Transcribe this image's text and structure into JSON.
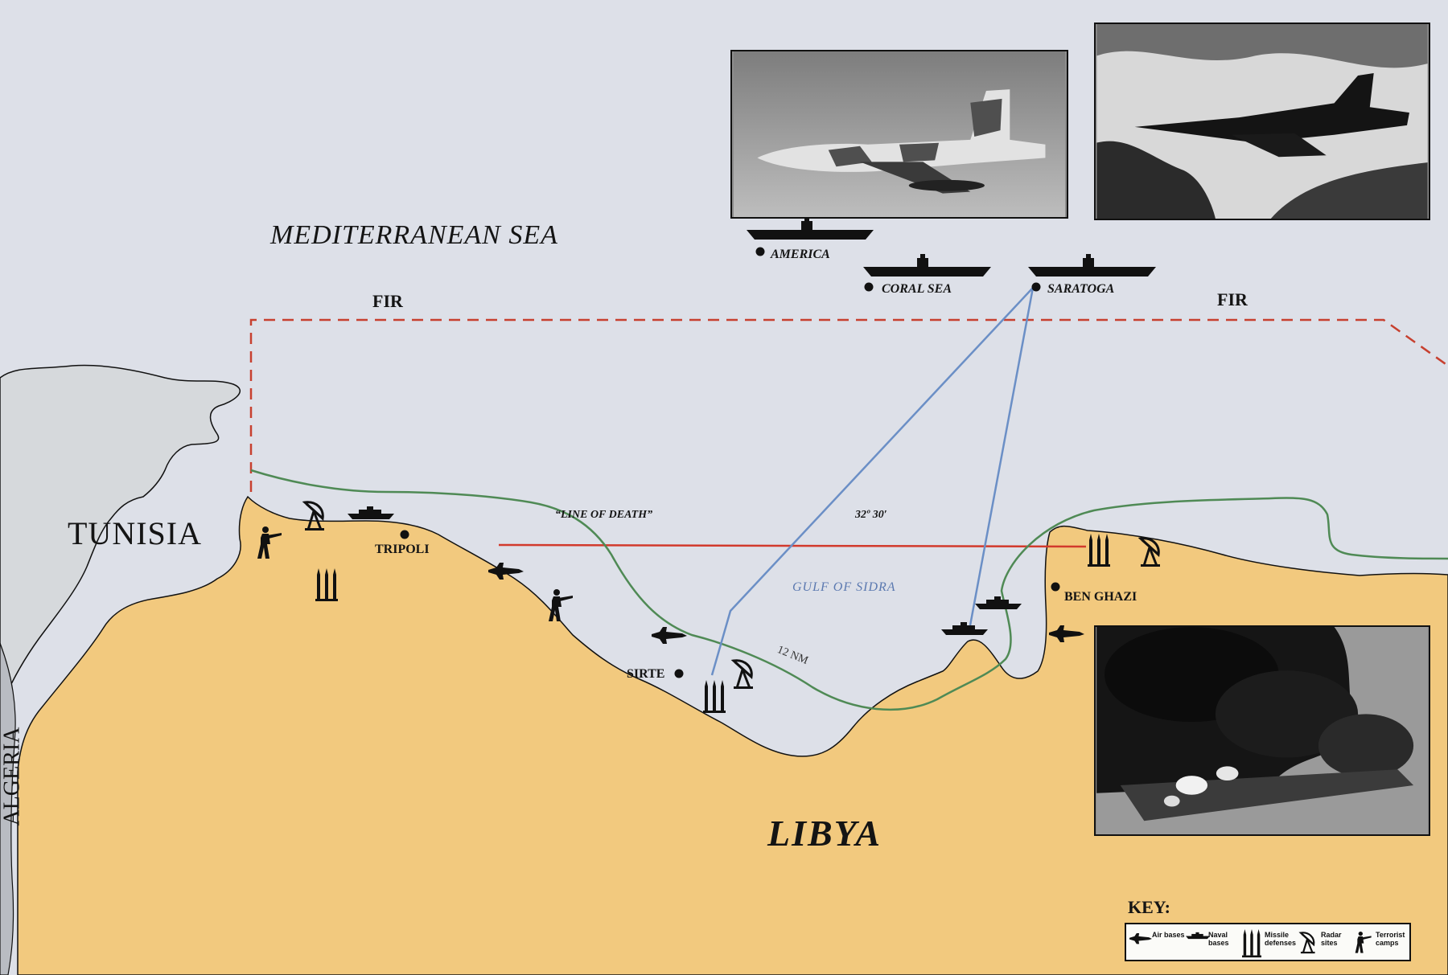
{
  "colors": {
    "sea": "#dde0e8",
    "libya_land": "#f2c97e",
    "other_land": "#d6d9dc",
    "algeria_strip": "#b9bcc2",
    "fir_line": "#c7402f",
    "line_of_death": "#d23a2c",
    "twelve_nm": "#4f8a55",
    "strike_routes": "#6b8fc6",
    "icon": "#111111"
  },
  "labels": {
    "sea": "MEDITERRANEAN SEA",
    "fir_left": "FIR",
    "fir_right": "FIR",
    "tunisia": "TUNISIA",
    "algeria": "ALGERIA",
    "libya": "LIBYA",
    "line_of_death": "“LINE OF DEATH”",
    "latitude": "32º 30′",
    "gulf": "GULF OF SIDRA",
    "twelve_nm": "12 NM"
  },
  "cities": [
    {
      "name": "TRIPOLI"
    },
    {
      "name": "SIRTE"
    },
    {
      "name": "BEN GHAZI"
    }
  ],
  "carriers": [
    {
      "name": "AMERICA"
    },
    {
      "name": "CORAL SEA"
    },
    {
      "name": "SARATOGA"
    }
  ],
  "photos": [
    {
      "subject": "jet-fighter-camouflage"
    },
    {
      "subject": "jet-fighter-clouds"
    },
    {
      "subject": "burning-ship"
    }
  ],
  "key": {
    "title": "KEY:",
    "items": [
      {
        "icon": "air-base-icon",
        "label": "Air bases"
      },
      {
        "icon": "naval-base-icon",
        "label": "Naval bases"
      },
      {
        "icon": "missile-defense-icon",
        "label": "Missile defenses"
      },
      {
        "icon": "radar-site-icon",
        "label": "Radar sites"
      },
      {
        "icon": "terrorist-camp-icon",
        "label": "Terrorist camps"
      }
    ]
  }
}
